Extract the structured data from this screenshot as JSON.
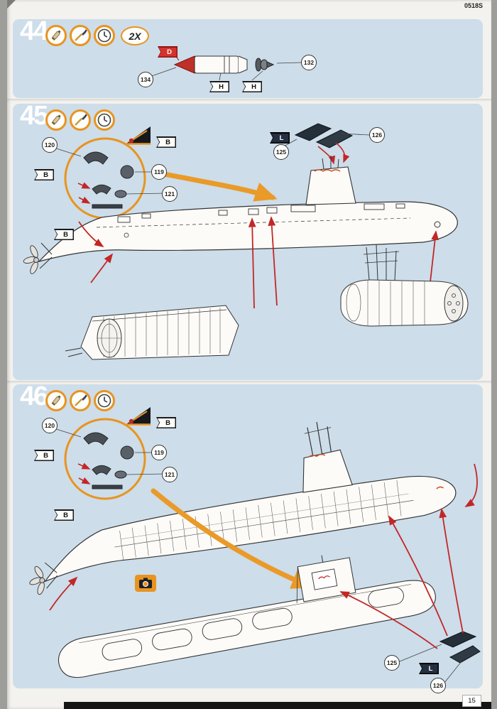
{
  "doc_number": "0518S",
  "page_number": "15",
  "colors": {
    "panel_blue": "#cdddea",
    "accent_orange": "#e8941f",
    "arrow_red": "#c22726",
    "flag_red": "#d4342c",
    "flag_dark": "#243040",
    "part_dark": "#242f3a"
  },
  "icons": [
    "glue-icon",
    "brush-icon",
    "clock-icon",
    "paint-scheme-icon",
    "camera-icon"
  ],
  "step44": {
    "number": "44",
    "multiplier": "2X",
    "flag_d": "D",
    "flag_h1": "H",
    "flag_h2": "H",
    "callout_134": "134",
    "callout_132": "132"
  },
  "step45": {
    "number": "45",
    "flag_b1": "B",
    "flag_b2": "B",
    "flag_b3": "B",
    "flag_l": "L",
    "callout_120": "120",
    "callout_119": "119",
    "callout_121": "121",
    "callout_125": "125",
    "callout_126": "126"
  },
  "step46": {
    "number": "46",
    "flag_b1": "B",
    "flag_b2": "B",
    "flag_b3": "B",
    "flag_l": "L",
    "callout_120": "120",
    "callout_119": "119",
    "callout_121": "121",
    "callout_125": "125",
    "callout_126": "126"
  }
}
